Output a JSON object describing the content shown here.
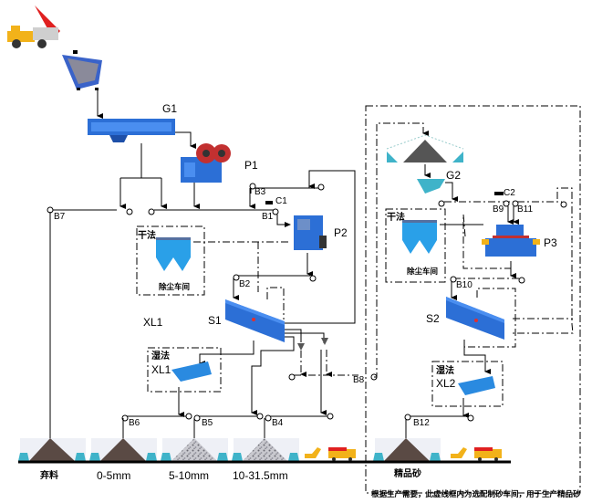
{
  "diagram": {
    "type": "crushing-plant-flowchart",
    "equipment": {
      "feeder": "G1",
      "jaw_crusher": "P1",
      "impact_crusher": "P2",
      "sand_maker": "P3",
      "screen_1": "S1",
      "screen_2": "S2",
      "sand_washer_1": "XL1",
      "sand_washer_2": "XL2",
      "bin_feeder": "G2",
      "magnet_1": "C1",
      "magnet_2": "C2",
      "washer_group_label": "XL1"
    },
    "belts": [
      "B1",
      "B2",
      "B3",
      "B4",
      "B5",
      "B6",
      "B7",
      "B8",
      "B9",
      "B10",
      "B11",
      "B12"
    ],
    "dust_collectors": [
      {
        "method": "干法",
        "name": "除尘车间"
      },
      {
        "method": "干法",
        "name": "除尘车间"
      }
    ],
    "washers": [
      {
        "method": "湿法",
        "name": "XL1"
      },
      {
        "method": "湿法",
        "name": "XL2"
      }
    ],
    "products": [
      {
        "label": "弃料"
      },
      {
        "label": "0-5mm"
      },
      {
        "label": "5-10mm"
      },
      {
        "label": "10-31.5mm"
      },
      {
        "label": "精品砂"
      }
    ],
    "note": "根据生产需要，此虚线框内为选配制砂车间，用于生产精品砂",
    "colors": {
      "equipment_blue": "#2c6fd6",
      "bin_cyan": "#3fb3c9",
      "dark_pile": "#5a4a44",
      "truck_yellow": "#f2b21a",
      "truck_red": "#e02020"
    }
  }
}
